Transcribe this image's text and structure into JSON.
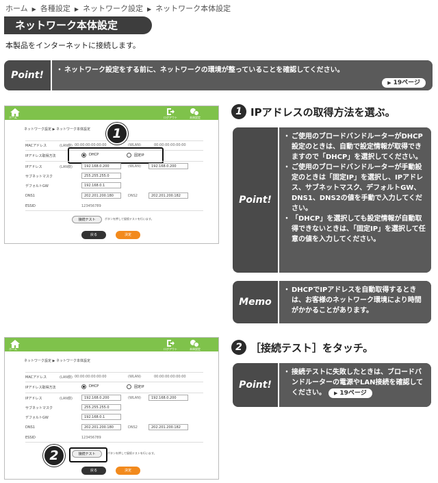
{
  "breadcrumb": [
    "ホーム",
    "各種設定",
    "ネットワーク設定",
    "ネットワーク本体設定"
  ],
  "page_title": "ネットワーク本体設定",
  "intro": "本製品をインターネットに接続します。",
  "point_top": {
    "tag": "Point!",
    "text": "ネットワーク設定をする前に、ネットワークの環境が整っていることを確認してください。",
    "ref": "19ページ"
  },
  "step1": {
    "num": "1",
    "heading": "IPアドレスの取得方法を選ぶ。",
    "point_tag": "Point!",
    "point_items": [
      "ご使用のブロードバンドルーターがDHCP設定のときは、自動で設定情報が取得できますので「DHCP」を選択してください。",
      "ご使用のブロードバンドルーターが手動設定のときは「固定IP」を選択し、IPアドレス、サブネットマスク、デフォルトGW、DNS1、DNS2の値を手動で入力してください。",
      "「DHCP」を選択しても設定情報が自動取得できないときは、「固定IP」を選択して任意の値を入力してください。"
    ],
    "memo_tag": "Memo",
    "memo_text": "DHCPでIPアドレスを自動取得するときは、お客様のネットワーク環境により時間がかかることがあります。"
  },
  "step2": {
    "num": "2",
    "heading": "［接続テスト］をタッチ。",
    "point_tag": "Point!",
    "point_text": "接続テストに失敗したときは、ブロードバンドルーターの電源やLAN接続を確認してください。",
    "ref": "19ページ"
  },
  "screen": {
    "home": "ホーム",
    "logout": "ログアウト",
    "device": "本体設定",
    "crumb": "ネットワーク設定 ▶ ネットワーク本体設定",
    "mac_label": "MACアドレス",
    "mac_sub": "(LAN側)",
    "mac_value": "00:00:00:00:00:00",
    "mac_sub2": "(WLAN)",
    "mac_value2": "00:00:00:00:00:00",
    "ip_method_label": "IPアドレス取得方法",
    "dhcp": "DHCP",
    "static": "固定IP",
    "ip_label": "IPアドレス",
    "ip_sub": "(LAN側)",
    "ip_value": "192.168.0.200",
    "ip_sub2": "(WLAN)",
    "ip_value2": "192.168.0.200",
    "subnet_label": "サブネットマスク",
    "subnet_value": "255.255.255.0",
    "gw_label": "デフォルトGW",
    "gw_value": "192.168.0.1",
    "dns1_label": "DNS1",
    "dns1_value": "202.201.200.180",
    "dns2_label": "DNS2",
    "dns2_value": "202.201.200.182",
    "essid_label": "ESSID",
    "essid_value": "123456789",
    "test_button": "接続テスト",
    "test_note": "ボタンを押して接続テストを行います。",
    "back": "戻る",
    "ok": "決定",
    "callout1": "1",
    "callout2": "2"
  },
  "colors": {
    "header_green": "#7fc24b",
    "ok_orange": "#f28a1d",
    "box_dark": "#4a4a4a"
  }
}
